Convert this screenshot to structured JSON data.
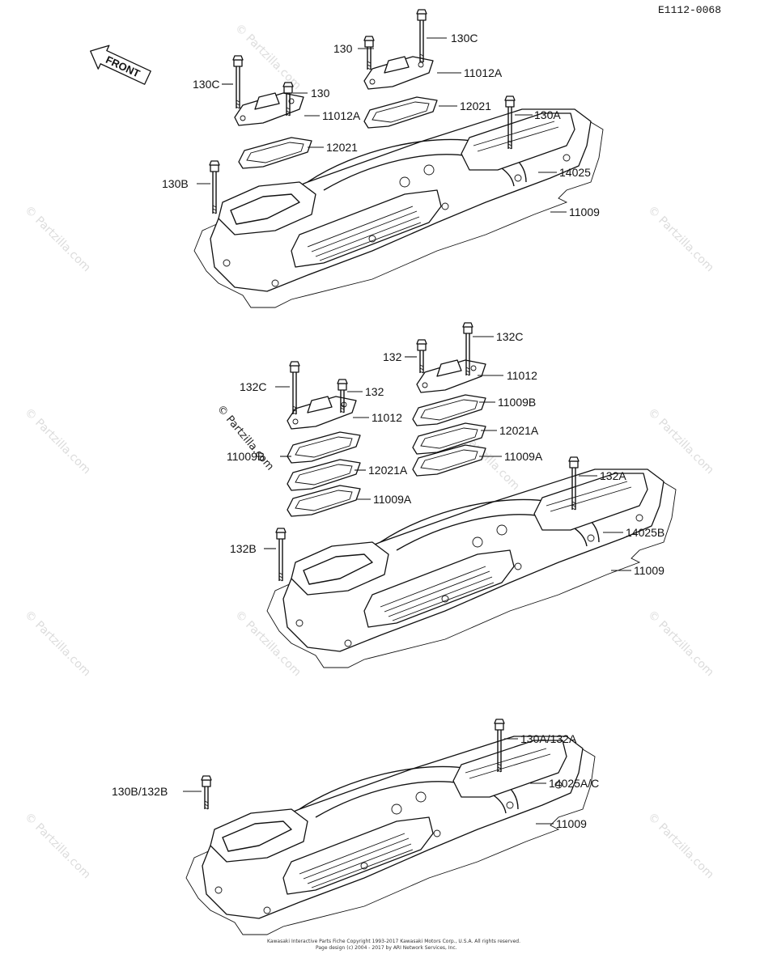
{
  "diagram_code": "E1112-0068",
  "front_arrow_label": "FRONT",
  "watermark": "© Partzilla.com",
  "section1": {
    "labels": [
      "130C",
      "130",
      "130C",
      "130",
      "11012A",
      "11012A",
      "12021",
      "12021",
      "130A",
      "130B",
      "14025",
      "11009"
    ]
  },
  "section2": {
    "labels": [
      "132C",
      "132",
      "11012",
      "132C",
      "132",
      "11012",
      "11009B",
      "11009B",
      "12021A",
      "12021A",
      "11009A",
      "11009A",
      "132A",
      "14025B",
      "132B",
      "11009"
    ]
  },
  "section3": {
    "labels": [
      "130A/132A",
      "130B/132B",
      "14025A/C",
      "11009"
    ]
  },
  "footer": {
    "line1": "Kawasaki Interactive Parts Fiche Copyright 1993-2017 Kawasaki Motors Corp., U.S.A. All rights reserved.",
    "line2": "Page design (c) 2004 - 2017 by ARI Network Services, Inc."
  }
}
